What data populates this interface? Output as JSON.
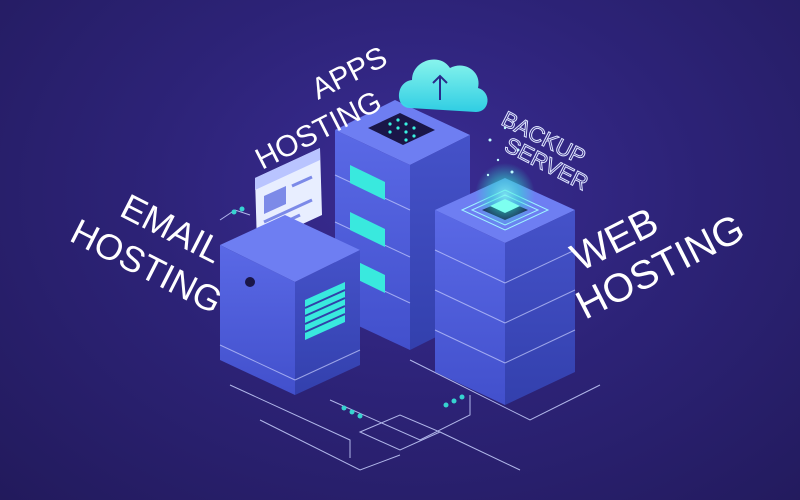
{
  "labels": {
    "apps": [
      "APPS",
      "HOSTING"
    ],
    "email": [
      "EMAIL",
      "HOSTING"
    ],
    "web": [
      "WEB",
      "HOSTING"
    ],
    "backup": [
      "BACKUP",
      "SERVER"
    ]
  },
  "colors": {
    "background": "#2d2378",
    "server_side_left": "#4a58d8",
    "server_side_right": "#3a44b8",
    "server_top": "#6c7cf0",
    "accent_glow": "#38f2e0",
    "label_text": "#ffffff"
  },
  "icons": [
    "cloud-upload-icon",
    "document-window-icon",
    "chip-grid-icon",
    "backup-glow-icon"
  ]
}
